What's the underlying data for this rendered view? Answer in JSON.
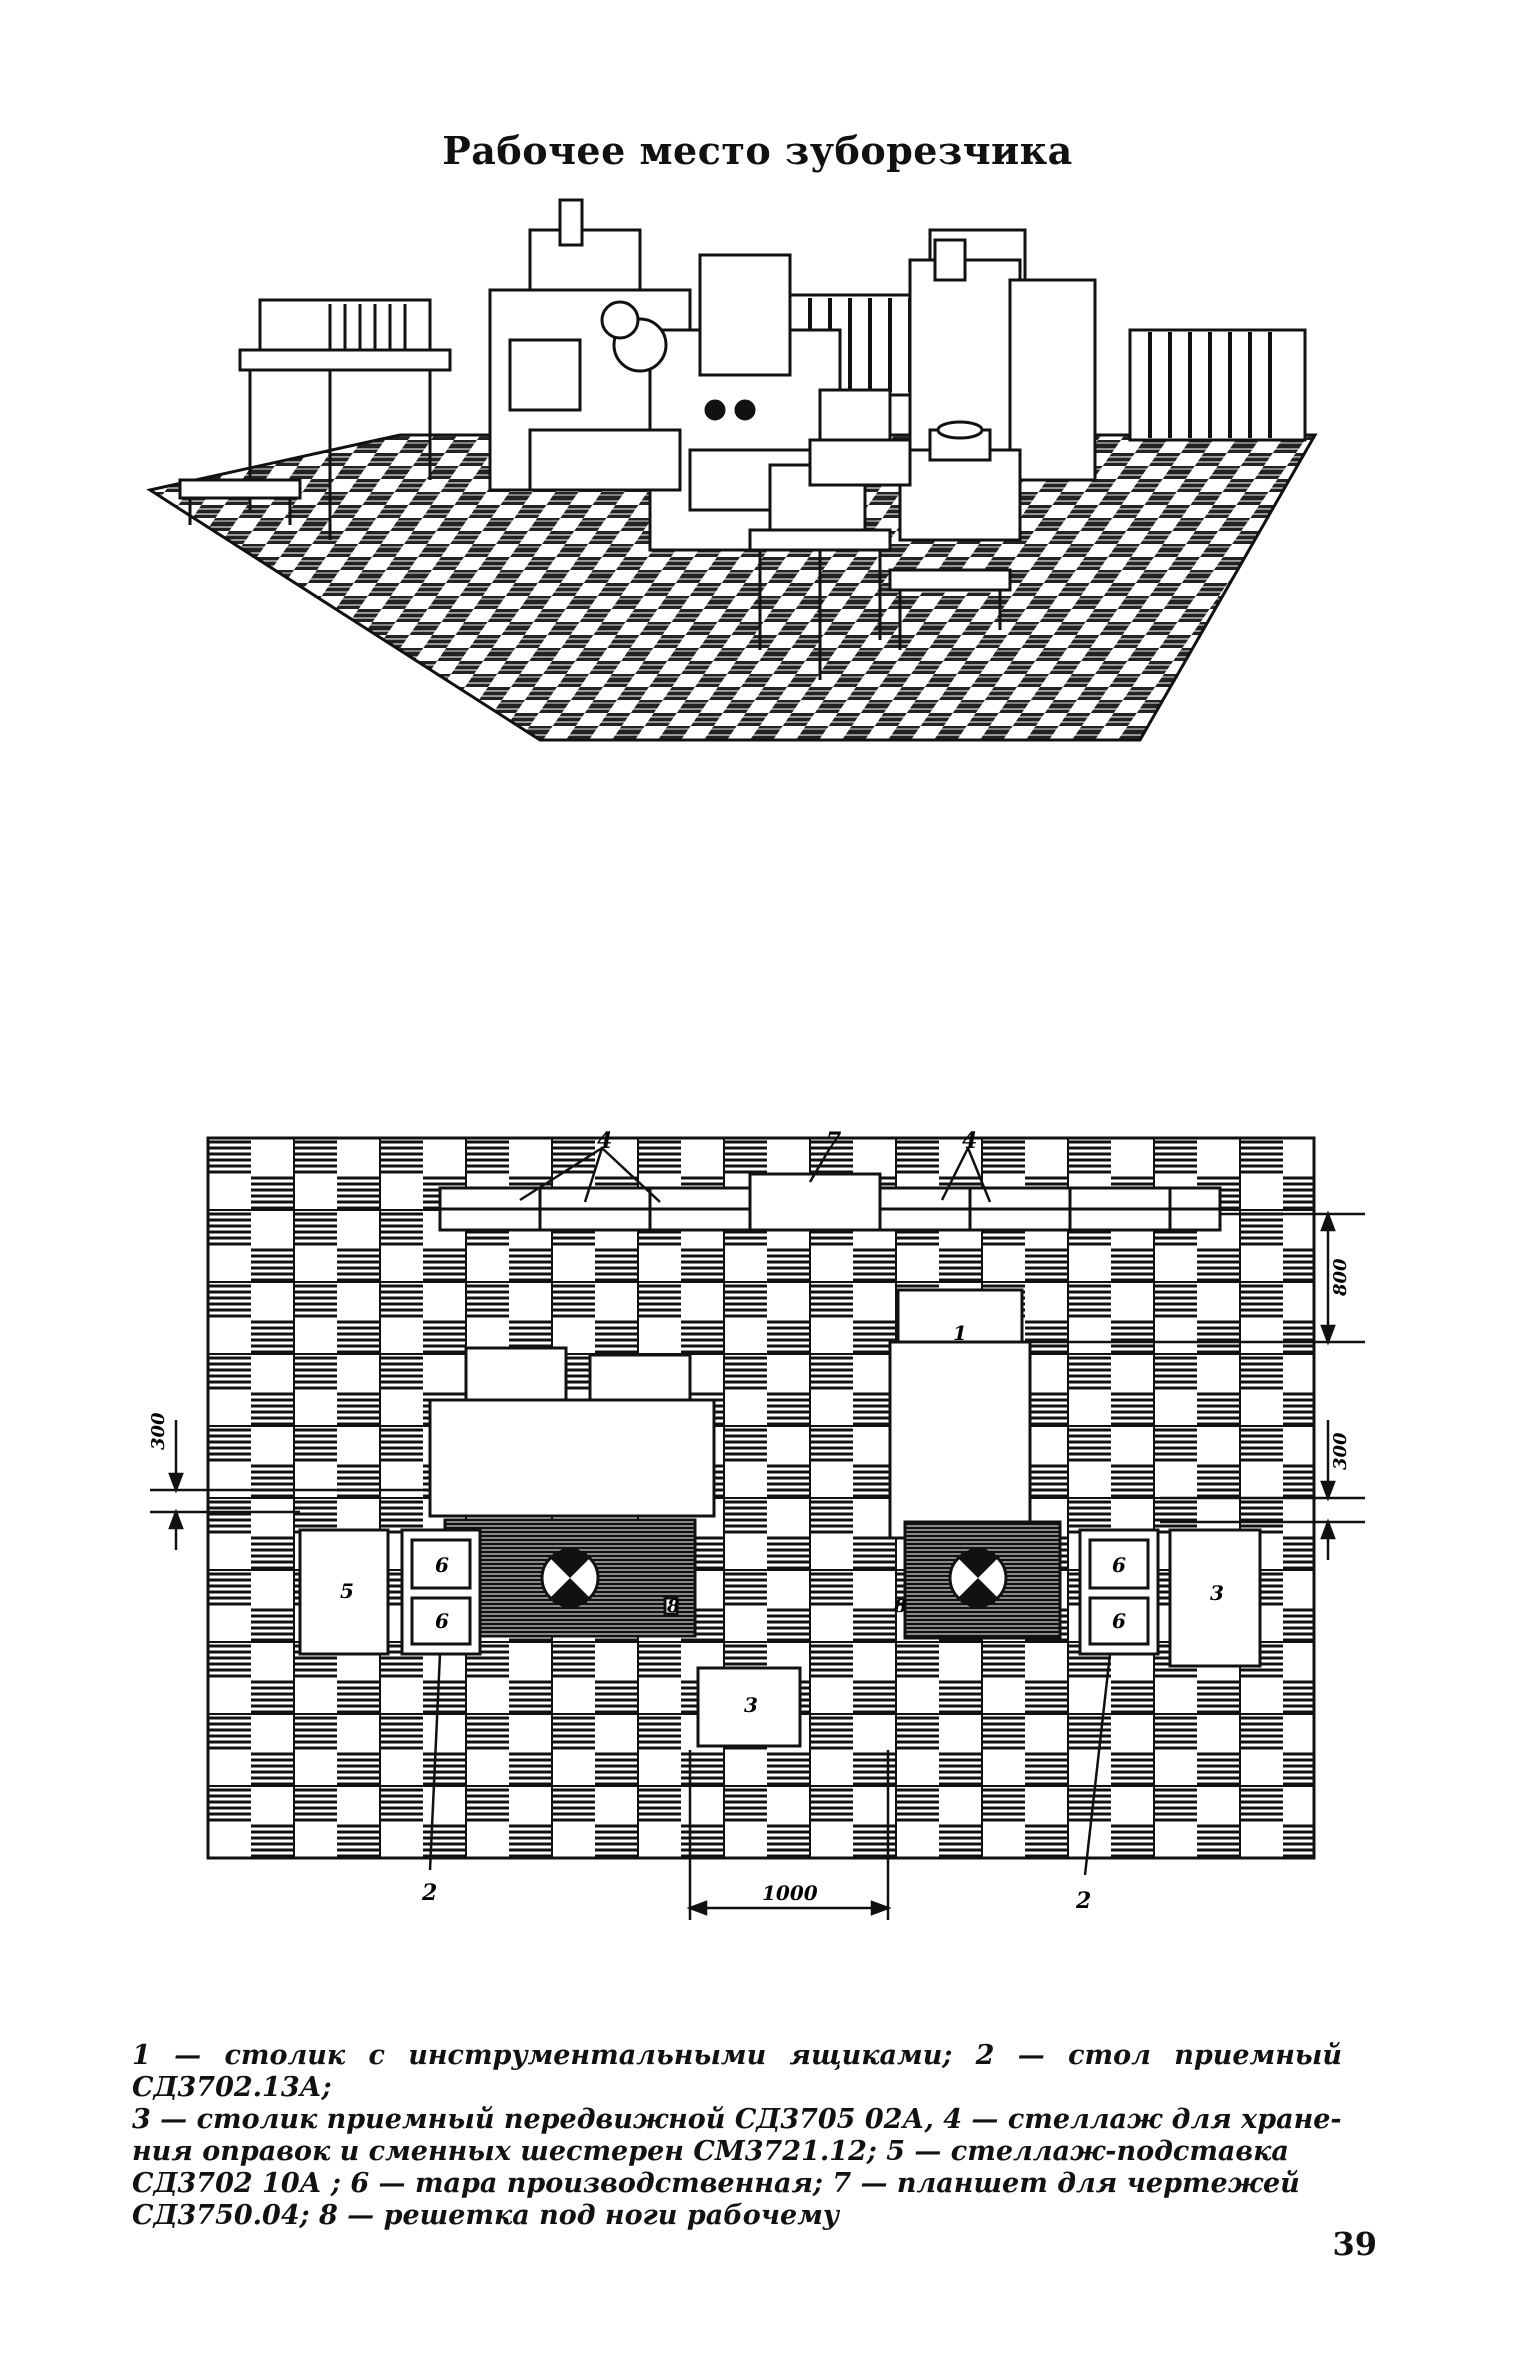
{
  "page": {
    "title": "Рабочее место зуборезчика",
    "page_number": "39"
  },
  "plan": {
    "callouts": {
      "top_left_4": "4",
      "top_center_7": "7",
      "top_right_4": "4",
      "bottom_left_2": "2",
      "bottom_right_2": "2",
      "left_5": "5",
      "left_6_top": "6",
      "left_6_bottom": "6",
      "center_3": "3",
      "right_6_top": "6",
      "right_6_bottom": "6",
      "right_3": "3",
      "left_8": "8",
      "right_8": "8",
      "right_1": "1"
    },
    "dimensions": {
      "dim_top_right": "800",
      "dim_mid_right": "300",
      "dim_left": "300",
      "dim_bottom": "1000"
    }
  },
  "caption": {
    "lines": [
      "1 — столик с инструментальными ящиками; 2 — стол приемный СД3702.13А;",
      "3 — столик приемный передвижной СД3705 02А, 4 — стеллаж для хране-",
      "ния оправок и сменных шестерен СМ3721.12; 5 — стеллаж-подставка",
      "СД3702 10А ; 6 — тара производственная; 7 — планшет для чертежей",
      "СД3750.04; 8 — решетка под ноги рабочему"
    ]
  }
}
